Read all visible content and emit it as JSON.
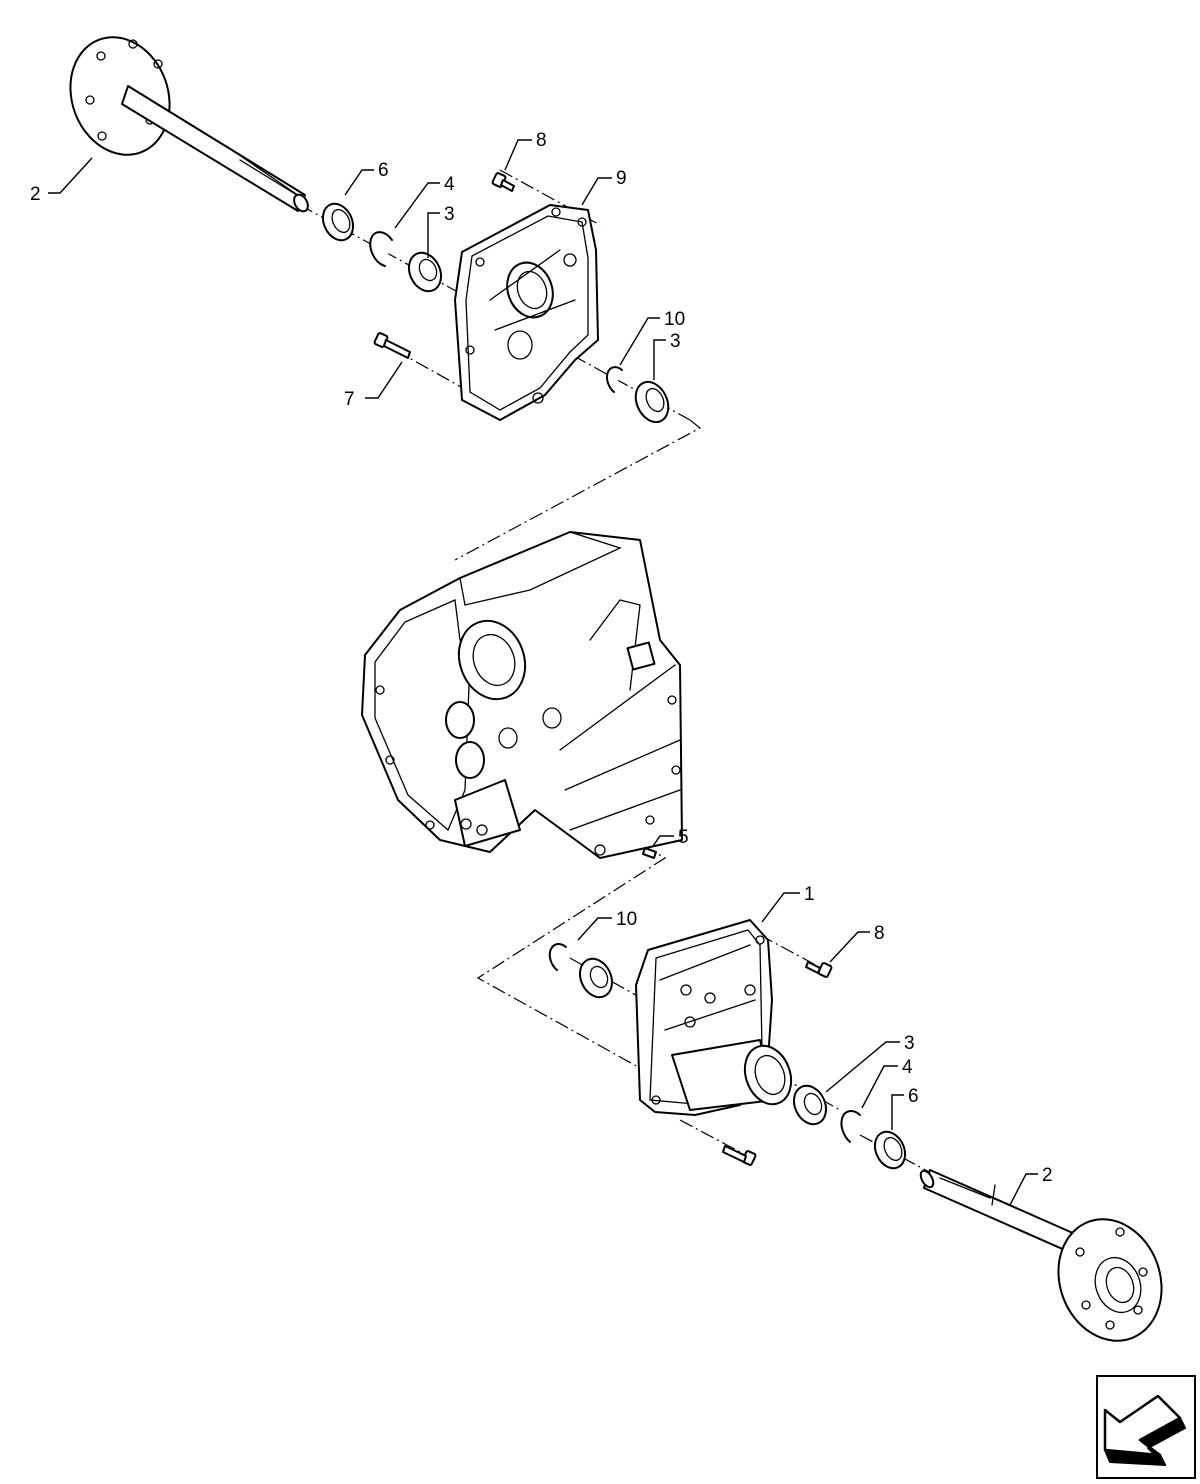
{
  "callouts": [
    {
      "id": "c-2-top",
      "text": "2"
    },
    {
      "id": "c-6-top",
      "text": "6"
    },
    {
      "id": "c-4-top",
      "text": "4"
    },
    {
      "id": "c-3-top",
      "text": "3"
    },
    {
      "id": "c-8-top",
      "text": "8"
    },
    {
      "id": "c-9",
      "text": "9"
    },
    {
      "id": "c-10-top",
      "text": "10"
    },
    {
      "id": "c-3-mid",
      "text": "3"
    },
    {
      "id": "c-7",
      "text": "7"
    },
    {
      "id": "c-5",
      "text": "5"
    },
    {
      "id": "c-1",
      "text": "1"
    },
    {
      "id": "c-10-bot",
      "text": "10"
    },
    {
      "id": "c-8-bot",
      "text": "8"
    },
    {
      "id": "c-3-bot",
      "text": "3"
    },
    {
      "id": "c-4-bot",
      "text": "4"
    },
    {
      "id": "c-6-bot",
      "text": "6"
    },
    {
      "id": "c-2-bot",
      "text": "2"
    }
  ],
  "icons": {
    "nav": "direction-arrow-icon"
  }
}
